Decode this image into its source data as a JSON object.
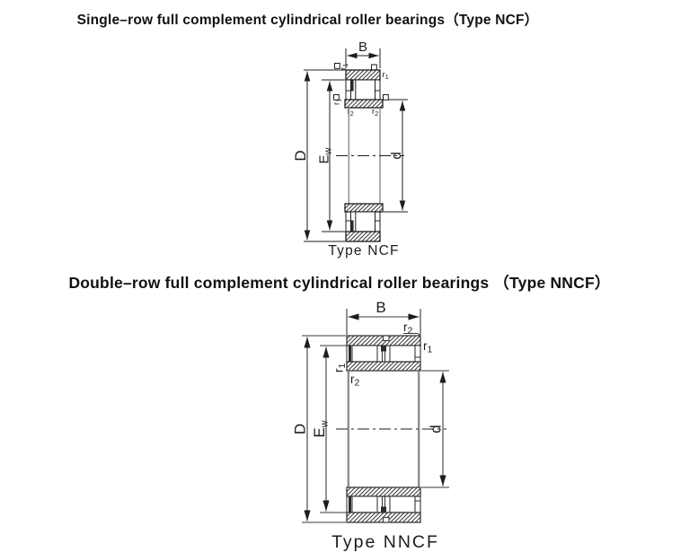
{
  "colors": {
    "background": "#ffffff",
    "line_ink": "#1d1d1d",
    "soft_ink": "#3a3a3a",
    "bore_line_gray": "#8f8f8f"
  },
  "ncf": {
    "title": "Single–row full complement cylindrical roller bearings（Type NCF）",
    "caption": "Type NCF",
    "dims": {
      "B": "B",
      "D": "D",
      "E_base": "E",
      "E_sub": "w",
      "d": "d"
    },
    "fillets": {
      "r_base": "r",
      "r1_sub": "1",
      "r2_sub": "2"
    }
  },
  "nncf": {
    "title": "Double–row full complement cylindrical roller bearings （Type NNCF）",
    "caption": "Type NNCF",
    "dims": {
      "B": "B",
      "D": "D",
      "E_base": "E",
      "E_sub": "w",
      "d": "d"
    },
    "fillets": {
      "r_base": "r",
      "r1_sub": "1",
      "r2_sub": "2"
    }
  }
}
